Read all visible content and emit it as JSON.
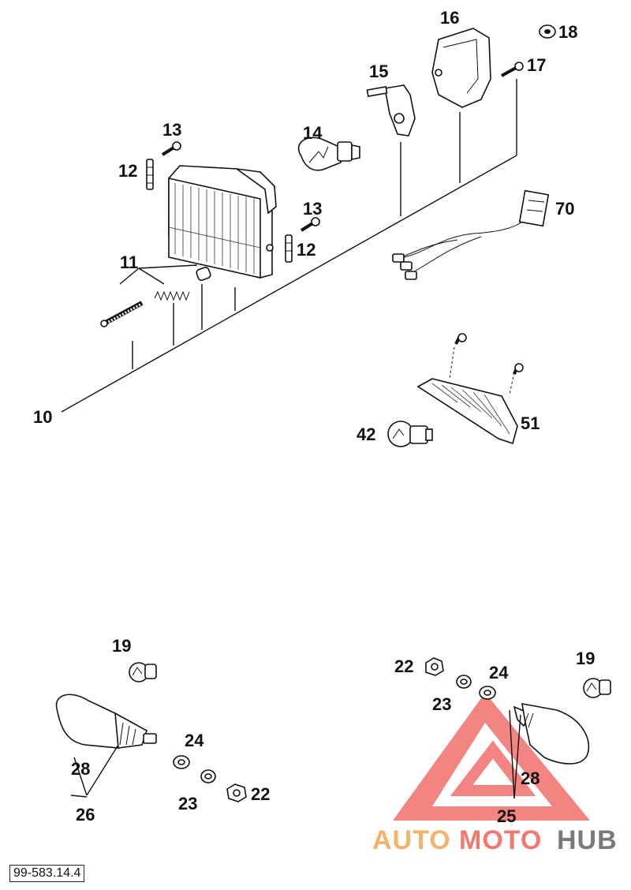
{
  "diagram": {
    "labels": {
      "l10": "10",
      "l11": "11",
      "l12a": "12",
      "l12b": "12",
      "l13a": "13",
      "l13b": "13",
      "l14": "14",
      "l15": "15",
      "l16": "16",
      "l17": "17",
      "l18": "18",
      "l70": "70",
      "l42": "42",
      "l51": "51",
      "l19a": "19",
      "l19b": "19",
      "l22a": "22",
      "l22b": "22",
      "l23a": "23",
      "l23b": "23",
      "l24a": "24",
      "l24b": "24",
      "l25": "25",
      "l26": "26",
      "l28a": "28",
      "l28b": "28"
    },
    "reference_code": "99-583.14.4"
  },
  "watermark": {
    "text_auto": "AUTO",
    "text_moto": "MOTO",
    "text_hub": "HUB",
    "colors": {
      "auto": "#f3b36a",
      "moto": "#f07a6e",
      "hub": "#7a7a7a",
      "triangle": "#ef5b57"
    }
  }
}
